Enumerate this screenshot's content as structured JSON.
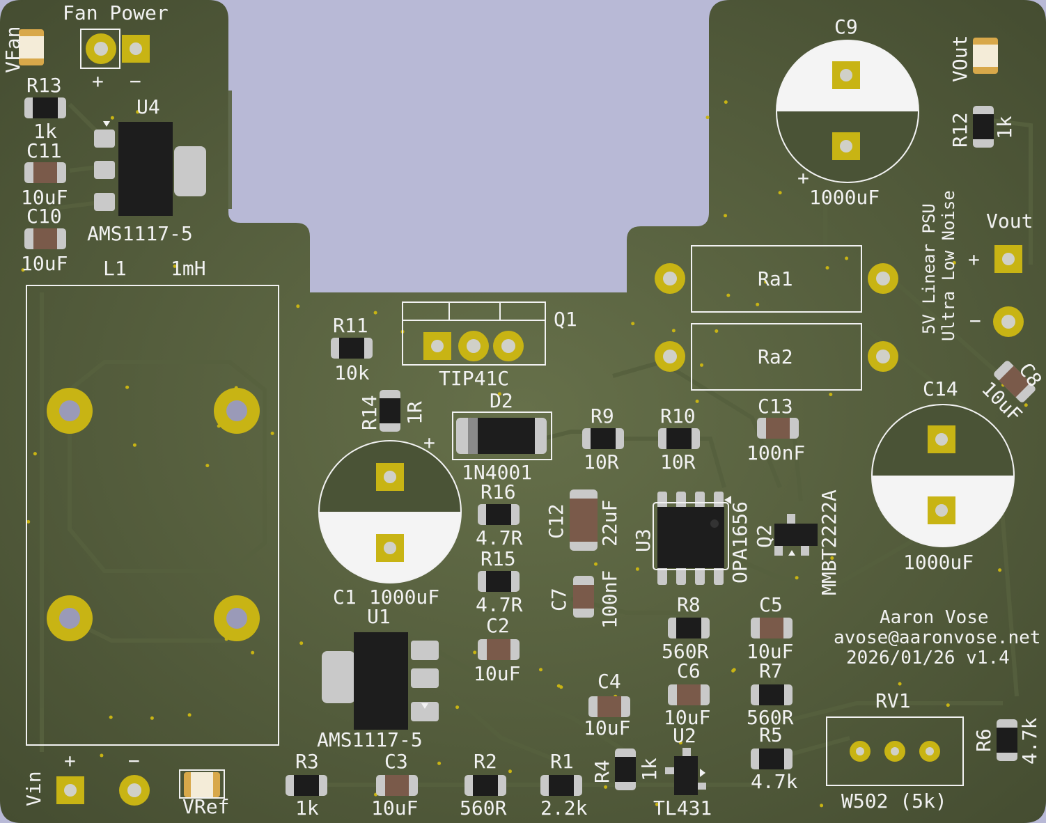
{
  "board": {
    "title_line1": "5V Linear PSU",
    "title_line2": "Ultra Low Noise",
    "author": "Aaron Vose",
    "email": "avose@aaronvose.net",
    "version": "2026/01/26 v1.4"
  },
  "colors": {
    "background": "#b8b9d6",
    "pcb": "#4a5336",
    "trace": "#55603f",
    "pad": "#c8b414",
    "silkscreen": "#f2f2f2"
  },
  "labels": {
    "fan_power": "Fan Power",
    "vfan": "VFan",
    "vin": "Vin",
    "vref": "VRef",
    "vout_led": "VOut",
    "vout_conn": "Vout",
    "plus": "+",
    "minus": "−",
    "l1": "L1",
    "l1_value": "1mH",
    "ra1": "Ra1",
    "ra2": "Ra2",
    "q1": "Q1",
    "q1_value": "TIP41C",
    "q2": "Q2",
    "q2_value": "MMBT2222A",
    "u1": "U1",
    "u1_value": "AMS1117-5",
    "u2": "U2",
    "u2_value": "TL431",
    "u3": "U3",
    "u3_value": "OPA1656",
    "u4": "U4",
    "u4_value": "AMS1117-5",
    "d2": "D2",
    "d2_value": "1N4001",
    "rv1": "RV1",
    "rv1_value": "W502 (5k)",
    "c1": "C1",
    "c1_value": "1000uF",
    "c9": "C9",
    "c9_value": "1000uF",
    "c14": "C14",
    "c14_value": "1000uF",
    "r1": "R1",
    "r1_value": "2.2k",
    "r2": "R2",
    "r2_value": "560R",
    "r3": "R3",
    "r3_value": "1k",
    "r4": "R4",
    "r4_value": "1k",
    "r5": "R5",
    "r5_value": "4.7k",
    "r6": "R6",
    "r6_value": "4.7k",
    "r7": "R7",
    "r7_value": "560R",
    "r8": "R8",
    "r8_value": "560R",
    "r9": "R9",
    "r9_value": "10R",
    "r10": "R10",
    "r10_value": "10R",
    "r11": "R11",
    "r11_value": "10k",
    "r12": "R12",
    "r12_value": "1k",
    "r13": "R13",
    "r13_value": "1k",
    "r14": "R14",
    "r14_value": "1R",
    "r15": "R15",
    "r15_value": "4.7R",
    "r16": "R16",
    "r16_value": "4.7R",
    "c2": "C2",
    "c2_value": "10uF",
    "c3": "C3",
    "c3_value": "10uF",
    "c4": "C4",
    "c4_value": "10uF",
    "c5": "C5",
    "c5_value": "10uF",
    "c6": "C6",
    "c6_value": "10uF",
    "c7": "C7",
    "c7_value": "100nF",
    "c8": "C8",
    "c8_value": "10uF",
    "c10": "C10",
    "c10_value": "10uF",
    "c11": "C11",
    "c11_value": "10uF",
    "c12": "C12",
    "c12_value": "22uF",
    "c13": "C13",
    "c13_value": "100nF"
  }
}
